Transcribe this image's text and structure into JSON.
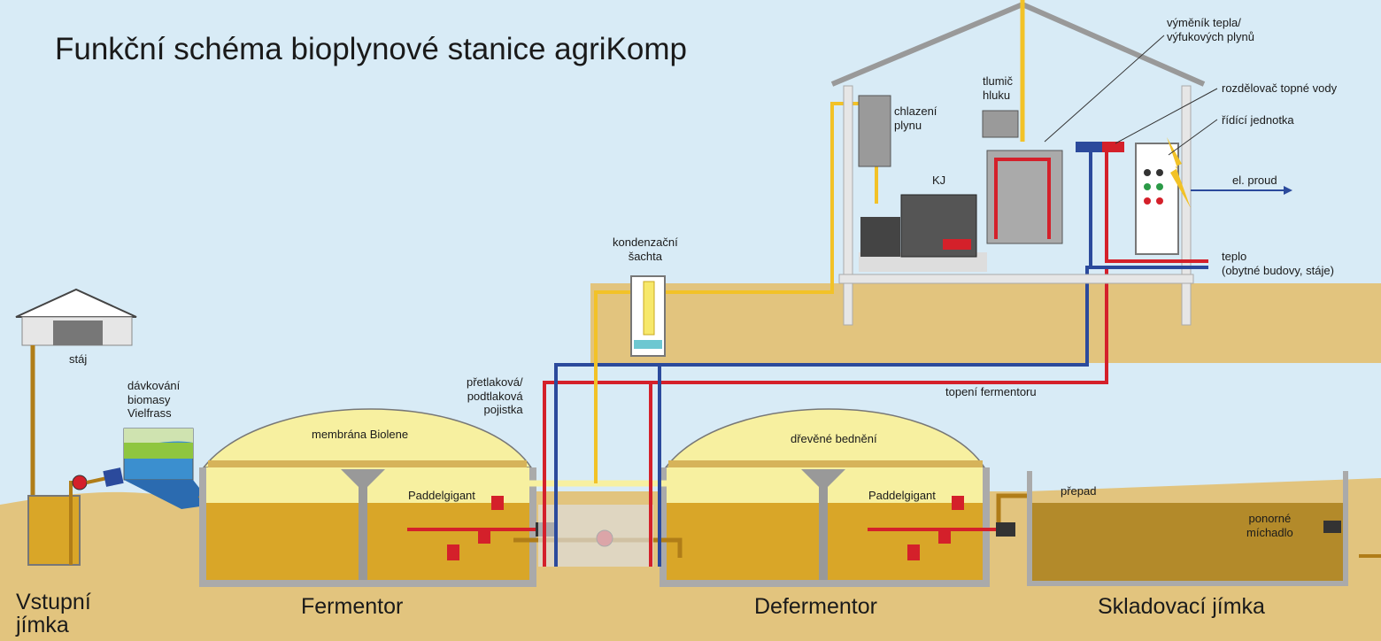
{
  "title": "Funkční schéma bioplynové stanice agriKomp",
  "labels": {
    "staj": "stáj",
    "davkovani": [
      "dávkování",
      "biomasy",
      "Vielfrass"
    ],
    "membrana": "membrána Biolene",
    "bedneni": "dřevěné bednění",
    "paddel1": "Paddelgigant",
    "paddel2": "Paddelgigant",
    "pretlakova": [
      "přetlaková/",
      "podtlaková",
      "pojistka"
    ],
    "kondenzacni": [
      "kondenzační",
      "šachta"
    ],
    "chlazeni": [
      "chlazení",
      "plynu"
    ],
    "tlumic": [
      "tlumič",
      "hluku"
    ],
    "kj": "KJ",
    "vymenik": [
      "výměník tepla/",
      "výfukových plynů"
    ],
    "rozdelovac": "rozdělovač topné vody",
    "ridici": "řídící jednotka",
    "el_proud": "el. proud",
    "teplo": [
      "teplo",
      "(obytné budovy, stáje)"
    ],
    "topeni": "topení fermentoru",
    "prepad": "přepad",
    "ponorne": [
      "ponorné",
      "míchadlo"
    ]
  },
  "sections": {
    "vstupni": [
      "Vstupní",
      "jímka"
    ],
    "fermentor": "Fermentor",
    "defermentor": "Defermentor",
    "skladovaci": "Skladovací jímka"
  },
  "colors": {
    "background": "#d8ebf6",
    "ground": "#e2c47e",
    "substrate": "#d9a628",
    "gas_dome": "#f7f0a0",
    "hot_pipe": "#d4202a",
    "cold_pipe": "#2b4a9c",
    "gas_pipe": "#f2c227"
  }
}
